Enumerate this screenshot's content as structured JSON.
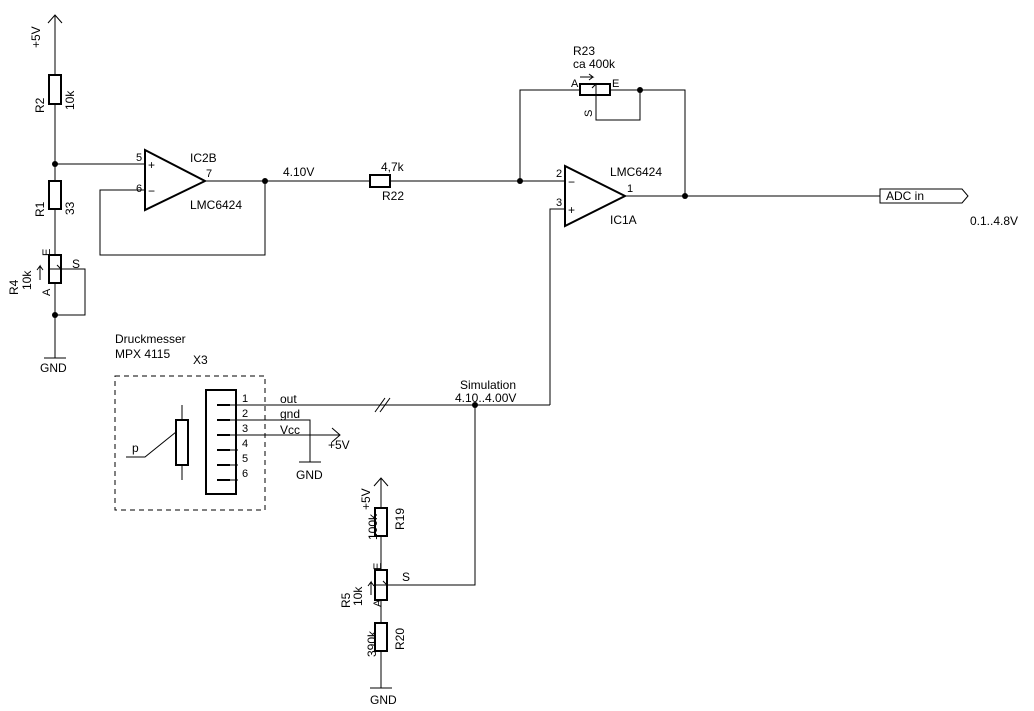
{
  "power": {
    "vcc_top": "+5V",
    "vcc_r19": "+5V",
    "vcc_sensor": "+5V",
    "gnd_left": "GND",
    "gnd_sensor": "GND",
    "gnd_bottom": "GND"
  },
  "components": {
    "r2": {
      "ref": "R2",
      "value": "10k"
    },
    "r1": {
      "ref": "R1",
      "value": "33"
    },
    "r4": {
      "ref": "R4",
      "value": "10k",
      "pin_a": "A",
      "pin_e": "E",
      "pin_s": "S"
    },
    "ic2b": {
      "ref": "IC2B",
      "part": "LMC6424",
      "pin_plus_num": "5",
      "pin_minus_num": "6",
      "pin_out_num": "7",
      "plus": "+",
      "minus": "−"
    },
    "r22": {
      "ref": "R22",
      "value": "4,7k"
    },
    "r23": {
      "ref": "R23",
      "value": "ca 400k",
      "pin_a": "A",
      "pin_e": "E",
      "pin_s": "S"
    },
    "ic1a": {
      "ref": "IC1A",
      "part": "LMC6424",
      "pin_minus_num": "2",
      "pin_plus_num": "3",
      "pin_out_num": "1",
      "plus": "+",
      "minus": "−"
    },
    "r19": {
      "ref": "R19",
      "value": "100k"
    },
    "r5": {
      "ref": "R5",
      "value": "10k",
      "pin_a": "A",
      "pin_e": "E",
      "pin_s": "S"
    },
    "r20": {
      "ref": "R20",
      "value": "390k"
    }
  },
  "sensor": {
    "title": "Druckmesser",
    "model": "MPX 4115",
    "connector": "X3",
    "p_label": "p",
    "pins": [
      {
        "num": "1",
        "name": "out"
      },
      {
        "num": "2",
        "name": "gnd"
      },
      {
        "num": "3",
        "name": "Vcc"
      },
      {
        "num": "4",
        "name": ""
      },
      {
        "num": "5",
        "name": ""
      },
      {
        "num": "6",
        "name": ""
      }
    ]
  },
  "nets": {
    "ref_voltage": "4.10V",
    "simulation_label": "Simulation",
    "simulation_range": "4.10..4.00V",
    "adc_label": "ADC in",
    "adc_range": "0.1..4.8V"
  }
}
